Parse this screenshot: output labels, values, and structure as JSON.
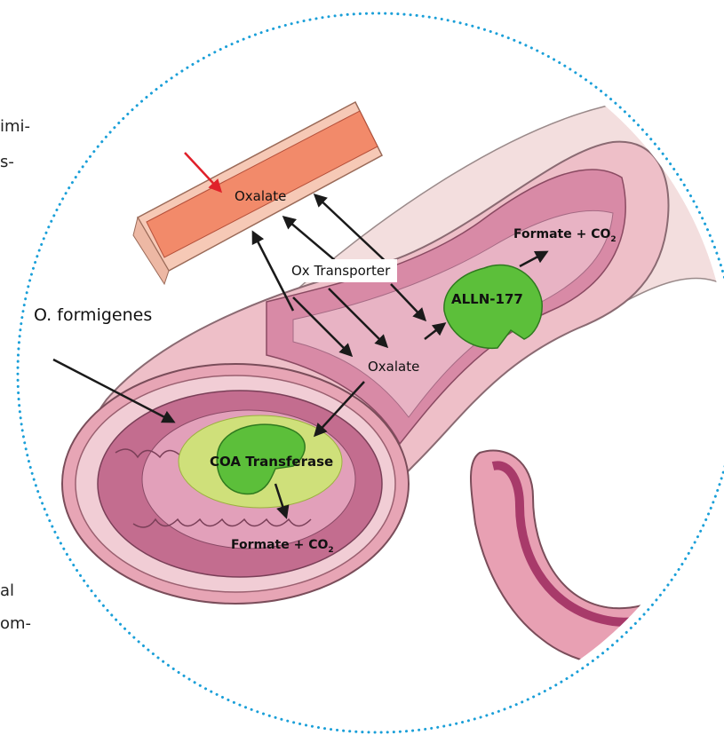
{
  "left_text_fragments": [
    "imi-",
    "s-",
    "al",
    "om-"
  ],
  "labels": {
    "oxalate_vessel": "Oxalate",
    "ox_transporter": "Ox Transporter",
    "o_formigenes": "O. formigenes",
    "oxalate_lumen": "Oxalate",
    "alln_177": "ALLN-177",
    "coa_transferase": "COA Transferase",
    "formate_top": "Formate + CO",
    "formate_top_sub": "2",
    "formate_bottom": "Formate + CO",
    "formate_bottom_sub": "2"
  },
  "colors": {
    "dotted_circle": "#1a9fd8",
    "blood_vessel": "#f28a6a",
    "intestine_wall": "#e8a8b8",
    "mucosa": "#c96f93",
    "enzyme_green": "#5cbf3a",
    "bacteria_halo": "#cfe07a",
    "red_arrow": "#e0202a"
  }
}
